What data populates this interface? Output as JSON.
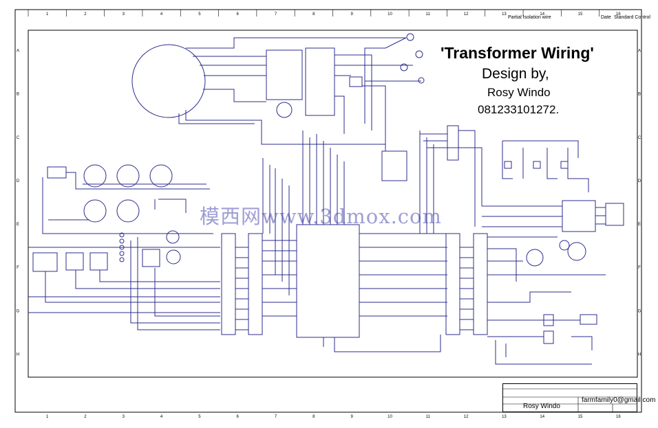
{
  "diagram": {
    "title": "'Transformer Wiring'",
    "designed_by": "Design by,",
    "author": "Rosy Windo",
    "phone": "081233101272.",
    "watermark": "模西网www.3dmox.com"
  },
  "title_block": {
    "email": "farmfamily0@gmail.com",
    "drawn_by": "Rosy Windo",
    "top_left_label": "Partial Isolation wire",
    "top_right_label": "Standard Control",
    "date_label": "Date"
  },
  "border": {
    "columns": [
      "1",
      "2",
      "3",
      "4",
      "5",
      "6",
      "7",
      "8",
      "9",
      "10",
      "11",
      "12",
      "13",
      "14",
      "15",
      "16"
    ],
    "rows": [
      "A",
      "B",
      "C",
      "D",
      "E",
      "F",
      "G",
      "H"
    ]
  },
  "colors": {
    "wire": "#2b2b8c",
    "frame": "#000000"
  }
}
